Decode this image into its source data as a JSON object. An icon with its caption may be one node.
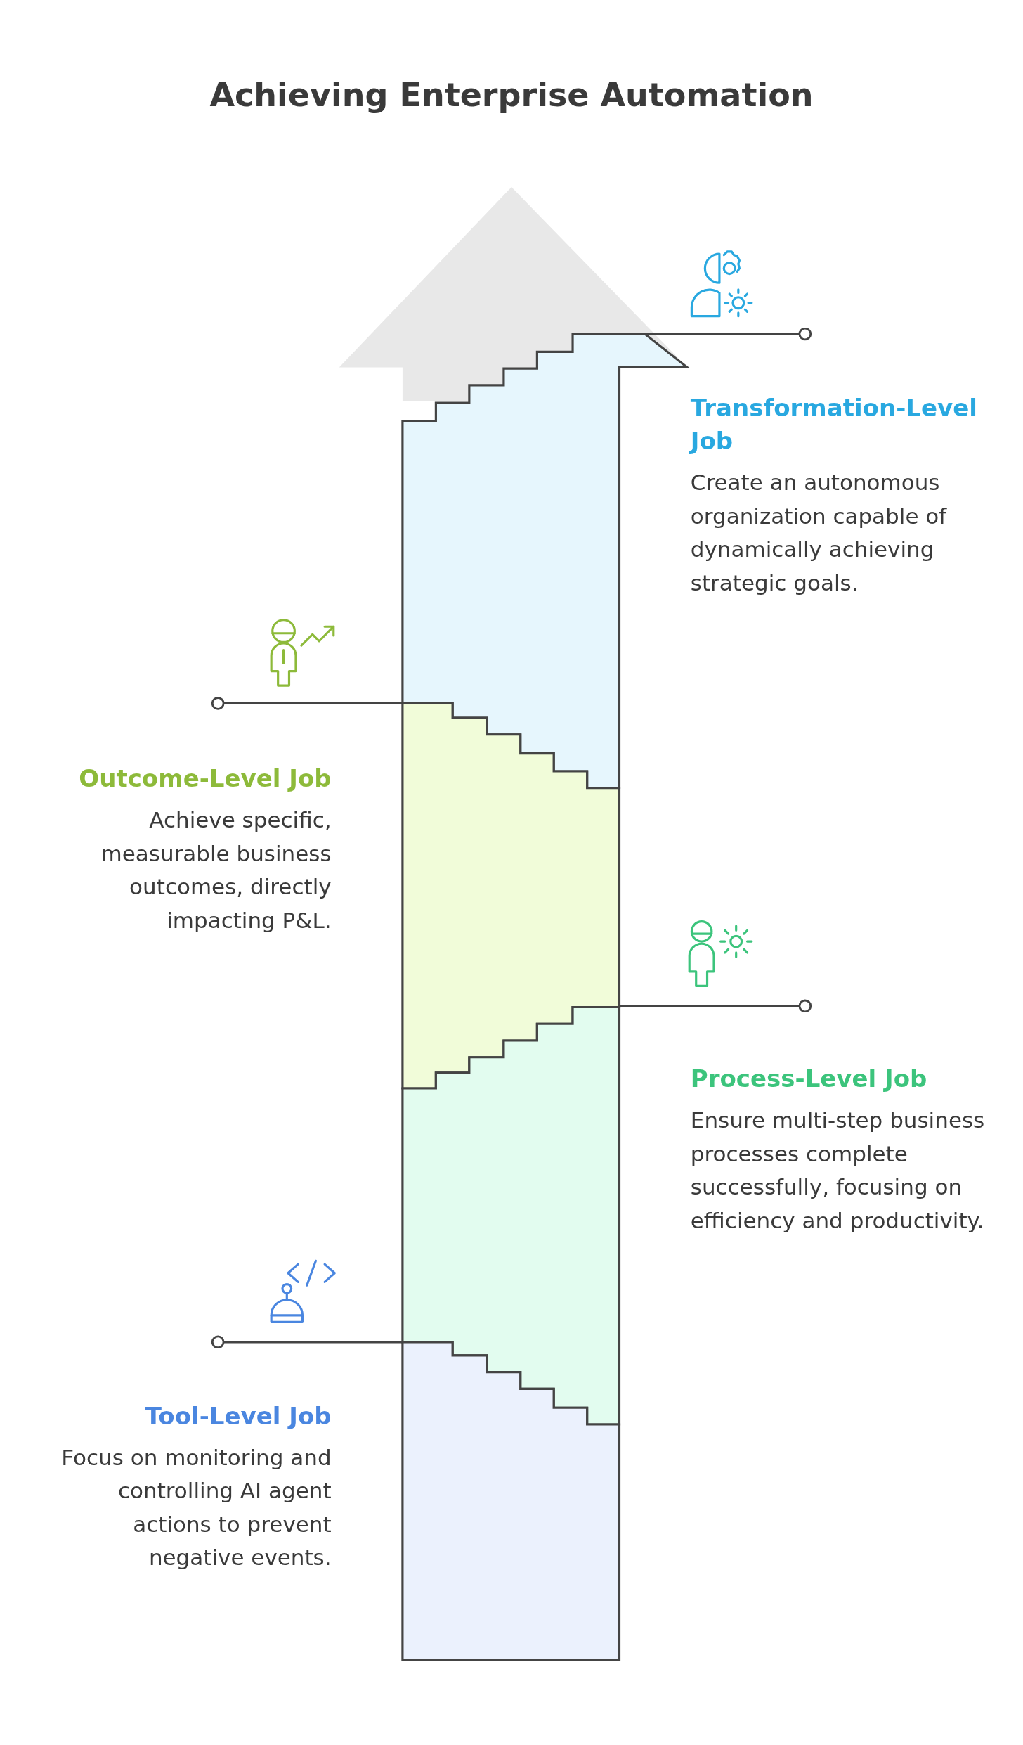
{
  "diagram": {
    "title": "Achieving Enterprise Automation",
    "nodes": [
      {
        "text": [
          "Transformation-Level Job",
          "Create an autonomous organization capable of dynamically achieving strategic goals."
        ]
      },
      {
        "text": [],
        "shape": "box"
      },
      {
        "text": [
          "Outcome-Level Job",
          "Achieve specific, measurable business outcomes, directly impacting P&L."
        ]
      },
      {
        "text": [],
        "shape": "box"
      },
      {
        "text": [
          "Process-Level Job",
          "Ensure multi-step business processes complete successfully, focusing on efficiency and productivity."
        ]
      },
      {
        "text": [],
        "shape": "box"
      },
      {
        "text": [
          "Tool-Level Job",
          "Focus on monitoring and controlling AI agent actions to prevent negative events."
        ]
      },
      {
        "text": [],
        "shape": "box"
      }
    ],
    "edges": [
      {
        "from": 0,
        "to": 1,
        "arrow": "other"
      },
      {
        "from": 2,
        "to": 3,
        "arrow": "other"
      },
      {
        "from": 4,
        "to": 5,
        "arrow": "other"
      },
      {
        "from": 6,
        "to": 7,
        "arrow": "other"
      }
    ]
  }
}
